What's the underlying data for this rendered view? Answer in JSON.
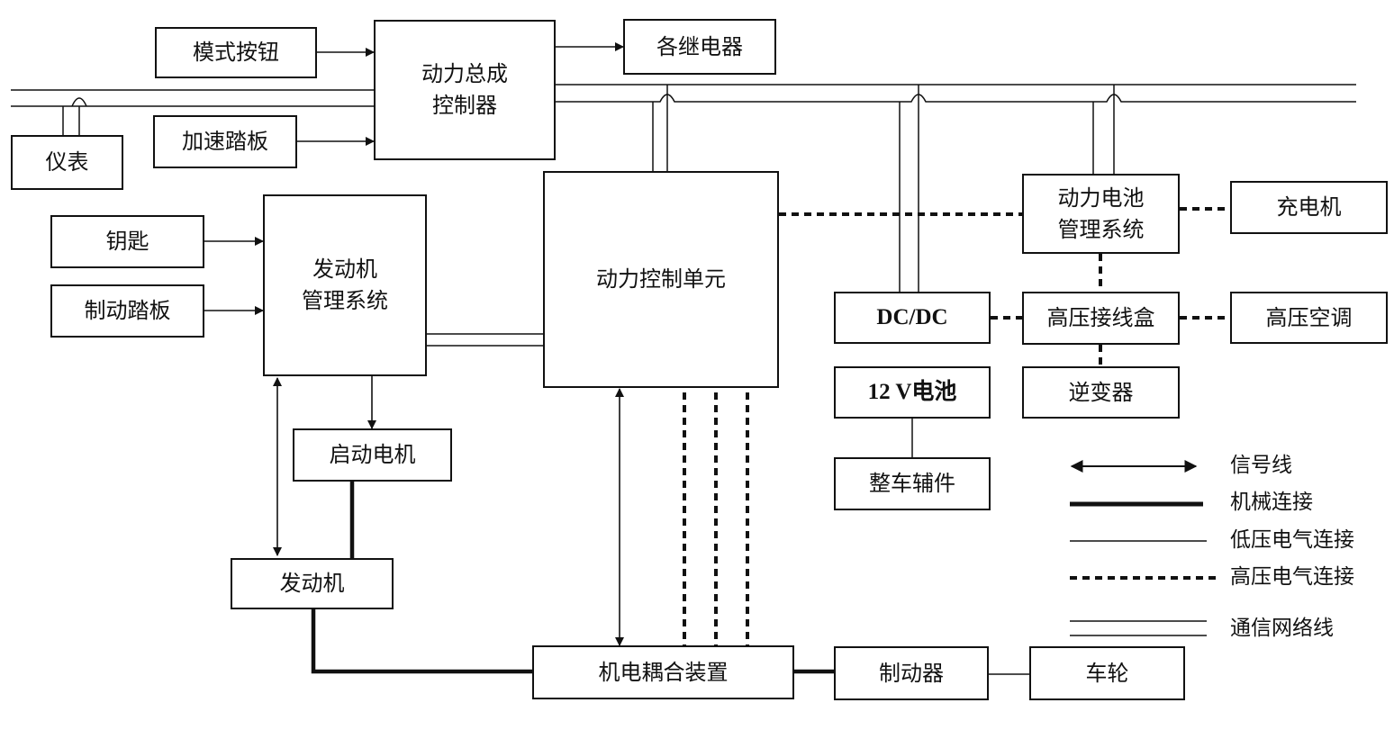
{
  "diagram": {
    "boxes": {
      "mode_button": "模式按钮",
      "powertrain_controller": "动力总成\n控制器",
      "relays": "各继电器",
      "instrument": "仪表",
      "accel_pedal": "加速踏板",
      "key": "钥匙",
      "brake_pedal": "制动踏板",
      "engine_mgmt": "发动机\n管理系统",
      "power_control_unit": "动力控制单元",
      "battery_mgmt": "动力电池\n管理系统",
      "charger": "充电机",
      "dcdc": "DC/DC",
      "hv_junction": "高压接线盒",
      "hv_ac": "高压空调",
      "battery_12v": "12 V电池",
      "inverter": "逆变器",
      "vehicle_accessories": "整车辅件",
      "starter_motor": "启动电机",
      "engine": "发动机",
      "electromech_coupling": "机电耦合装置",
      "brake": "制动器",
      "wheel": "车轮"
    },
    "legend": {
      "signal_line": "信号线",
      "mechanical_connection": "机械连接",
      "low_voltage": "低压电气连接",
      "high_voltage": "高压电气连接",
      "communication": "通信网络线"
    }
  }
}
